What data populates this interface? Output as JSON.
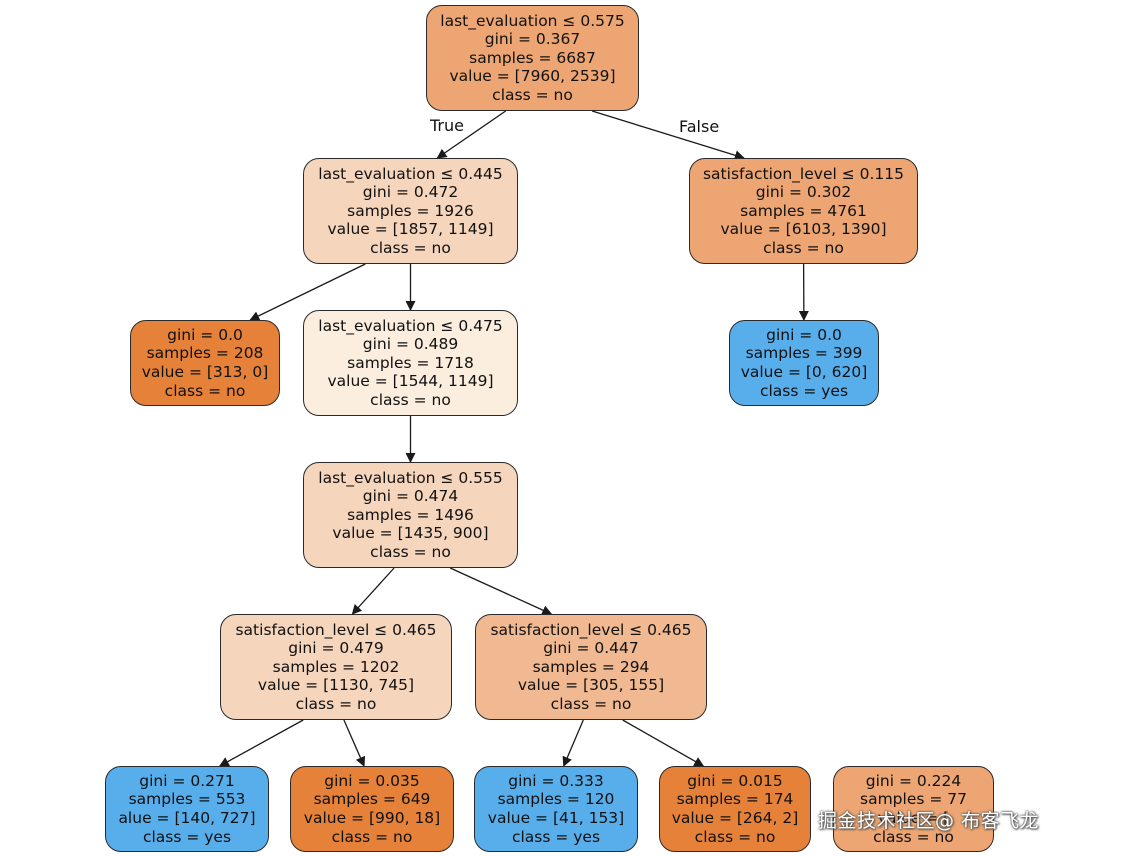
{
  "colors": {
    "orange_strong": "#e58139",
    "orange_mid": "#eda673",
    "orange_light": "#f6d5bd",
    "orange_pale": "#fbeede",
    "orange_soft": "#f1b991",
    "blue": "#57aeea",
    "line": "#2a2a2a"
  },
  "edge_labels": {
    "true_label": "True",
    "false_label": "False"
  },
  "nodes": [
    {
      "id": "n0",
      "fill": "orange_mid",
      "lines": [
        "last_evaluation ≤ 0.575",
        "gini = 0.367",
        "samples = 6687",
        "value = [7960, 2539]",
        "class = no"
      ]
    },
    {
      "id": "n1",
      "fill": "orange_light",
      "lines": [
        "last_evaluation ≤ 0.445",
        "gini = 0.472",
        "samples = 1926",
        "value = [1857, 1149]",
        "class = no"
      ]
    },
    {
      "id": "n2",
      "fill": "orange_mid",
      "lines": [
        "satisfaction_level ≤ 0.115",
        "gini = 0.302",
        "samples = 4761",
        "value = [6103, 1390]",
        "class = no"
      ]
    },
    {
      "id": "n3",
      "fill": "orange_strong",
      "lines": [
        "gini = 0.0",
        "samples = 208",
        "value = [313, 0]",
        "class = no"
      ]
    },
    {
      "id": "n4",
      "fill": "orange_pale",
      "lines": [
        "last_evaluation ≤ 0.475",
        "gini = 0.489",
        "samples = 1718",
        "value = [1544, 1149]",
        "class = no"
      ]
    },
    {
      "id": "n5",
      "fill": "blue",
      "lines": [
        "gini = 0.0",
        "samples = 399",
        "value = [0, 620]",
        "class = yes"
      ]
    },
    {
      "id": "n6",
      "fill": "orange_light",
      "lines": [
        "last_evaluation ≤ 0.555",
        "gini = 0.474",
        "samples = 1496",
        "value = [1435, 900]",
        "class = no"
      ]
    },
    {
      "id": "n7",
      "fill": "orange_light",
      "lines": [
        "satisfaction_level ≤ 0.465",
        "gini = 0.479",
        "samples = 1202",
        "value = [1130, 745]",
        "class = no"
      ]
    },
    {
      "id": "n8",
      "fill": "orange_soft",
      "lines": [
        "satisfaction_level ≤ 0.465",
        "gini = 0.447",
        "samples = 294",
        "value = [305, 155]",
        "class = no"
      ]
    },
    {
      "id": "n9",
      "fill": "blue",
      "lines": [
        "gini = 0.271",
        "samples = 553",
        "alue = [140, 727]",
        "class = yes"
      ]
    },
    {
      "id": "n10",
      "fill": "orange_strong",
      "lines": [
        "gini = 0.035",
        "samples = 649",
        "value = [990, 18]",
        "class = no"
      ]
    },
    {
      "id": "n11",
      "fill": "blue",
      "lines": [
        "gini = 0.333",
        "samples = 120",
        "value = [41, 153]",
        "class = yes"
      ]
    },
    {
      "id": "n12",
      "fill": "orange_strong",
      "lines": [
        "gini = 0.015",
        "samples = 174",
        "value = [264, 2]",
        "class = no"
      ]
    },
    {
      "id": "n13",
      "fill": "orange_mid",
      "lines": [
        "gini = 0.224",
        "samples = 77",
        "value = [",
        "class = no"
      ]
    }
  ],
  "edges": [
    {
      "from": "n0",
      "to": "n1"
    },
    {
      "from": "n0",
      "to": "n2"
    },
    {
      "from": "n1",
      "to": "n3"
    },
    {
      "from": "n1",
      "to": "n4"
    },
    {
      "from": "n2",
      "to": "n5"
    },
    {
      "from": "n4",
      "to": "n6"
    },
    {
      "from": "n6",
      "to": "n7"
    },
    {
      "from": "n6",
      "to": "n8"
    },
    {
      "from": "n7",
      "to": "n9"
    },
    {
      "from": "n7",
      "to": "n10"
    },
    {
      "from": "n8",
      "to": "n11"
    },
    {
      "from": "n8",
      "to": "n12"
    }
  ],
  "watermark": "掘金技术社区@ 布客飞龙"
}
